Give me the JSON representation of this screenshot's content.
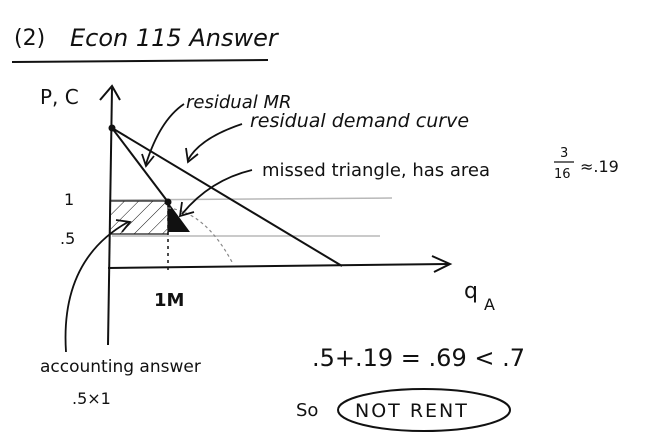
{
  "header": {
    "number": "(2)",
    "title": "Econ 115 Answer"
  },
  "graph": {
    "y_axis_label": "P, C",
    "x_axis_label": "q",
    "x_axis_subscript": "A",
    "y_tick_1": "1",
    "y_tick_05": ".5",
    "x_tick_1m": "1M"
  },
  "annotations": {
    "residual_mr": "residual MR",
    "residual_demand": "residual demand curve",
    "missed_triangle": "missed triangle, has area",
    "fraction_num": "3",
    "fraction_den": "16",
    "approx": "≈.19",
    "accounting_line1": "accounting answer",
    "accounting_line2": ".5×1"
  },
  "result": {
    "equation": ".5+.19 = .69 < .7",
    "so": "So",
    "conclusion": "NOT RENT"
  },
  "colors": {
    "ink": "#111111",
    "rule": "#b8b8b8"
  }
}
